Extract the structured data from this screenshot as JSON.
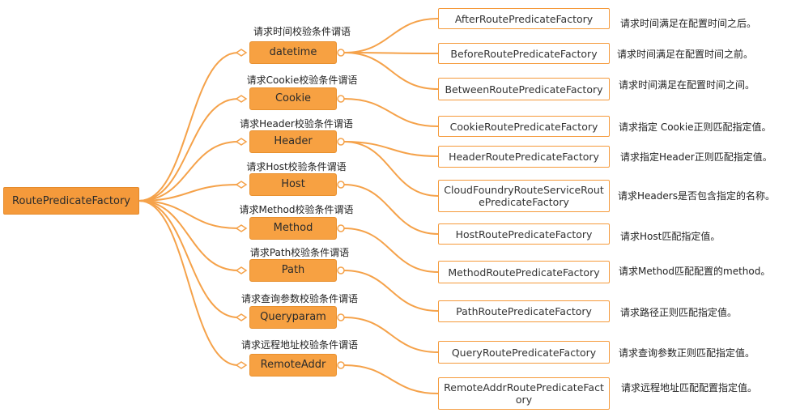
{
  "root": {
    "label": "RoutePredicateFactory"
  },
  "mids": [
    {
      "label": "datetime",
      "caption": "请求时间校验条件谓语"
    },
    {
      "label": "Cookie",
      "caption": "请求Cookie校验条件谓语"
    },
    {
      "label": "Header",
      "caption": "请求Header校验条件谓语"
    },
    {
      "label": "Host",
      "caption": "请求Host校验条件谓语"
    },
    {
      "label": "Method",
      "caption": "请求Method校验条件谓语"
    },
    {
      "label": "Path",
      "caption": "请求Path校验条件谓语"
    },
    {
      "label": "Queryparam",
      "caption": "请求查询参数校验条件谓语"
    },
    {
      "label": "RemoteAddr",
      "caption": "请求远程地址校验条件谓语"
    }
  ],
  "leaves": [
    {
      "label": "AfterRoutePredicateFactory",
      "desc": "请求时间满足在配置时间之后。"
    },
    {
      "label": "BeforeRoutePredicateFactory",
      "desc": "请求时间满足在配置时间之前。"
    },
    {
      "label": "BetweenRoutePredicateFactory",
      "desc": "请求时间满足在配置时间之间。"
    },
    {
      "label": "CookieRoutePredicateFactory",
      "desc": "请求指定 Cookie正则匹配指定值。"
    },
    {
      "label": "HeaderRoutePredicateFactory",
      "desc": "请求指定Header正则匹配指定值。"
    },
    {
      "label": "CloudFoundryRouteServiceRoutePredicateFactory",
      "desc": "请求Headers是否包含指定的名称。"
    },
    {
      "label": "HostRoutePredicateFactory",
      "desc": "请求Host匹配指定值。"
    },
    {
      "label": "MethodRoutePredicateFactory",
      "desc": "请求Method匹配配置的method。"
    },
    {
      "label": "PathRoutePredicateFactory",
      "desc": "请求路径正则匹配指定值。"
    },
    {
      "label": "QueryRoutePredicateFactory",
      "desc": "请求查询参数正则匹配指定值。"
    },
    {
      "label": "RemoteAddrRoutePredicateFactory",
      "desc": "请求远程地址匹配配置指定值。"
    }
  ],
  "colors": {
    "accent": "#f59a3b",
    "line": "#f5a24a"
  }
}
